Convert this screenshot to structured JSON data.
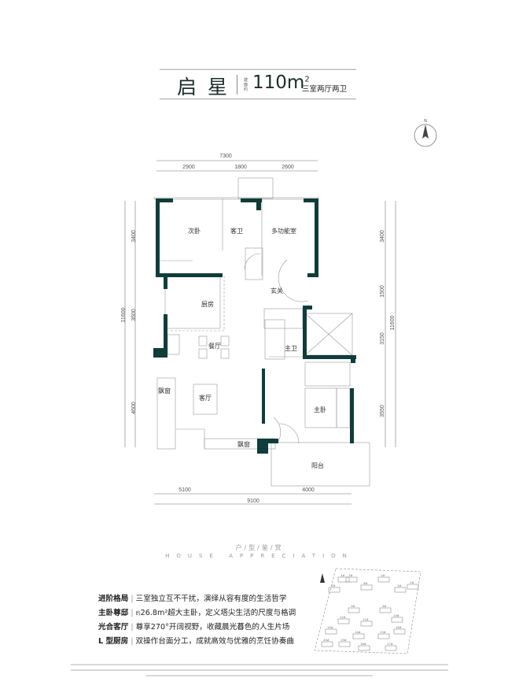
{
  "header": {
    "name": "启星",
    "area_label": "建面约",
    "area": "110m",
    "area_unit_sup": "2",
    "layout_type": "三室两厅两卫"
  },
  "compass": {
    "label": "N",
    "icon": "compass-icon"
  },
  "dimensions": {
    "top_total": "7300",
    "top": [
      "2900",
      "1800",
      "2600"
    ],
    "left_total": "11600",
    "left": [
      "3400",
      "3600",
      "4600"
    ],
    "right_total": "11600",
    "right": [
      "3400",
      "1500",
      "3150",
      "3550"
    ],
    "bottom": [
      "5100",
      "4000"
    ],
    "bottom_total": "9100"
  },
  "rooms": {
    "second_bedroom": "次卧",
    "guest_bath": "客卫",
    "multi_room": "多功能室",
    "foyer": "玄关",
    "kitchen": "厨房",
    "dining": "餐厅",
    "master_bath": "主卫",
    "bay_window_left": "飘窗",
    "living": "客厅",
    "master_bedroom": "主卧",
    "bay_window_bottom": "飘窗",
    "balcony": "阳台"
  },
  "colors": {
    "wall": "#0f3d3a",
    "accent": "#1d2b2b"
  },
  "section": {
    "title_cn": "户/型/鉴/赏",
    "title_en": "HOUSE APPRECIATION"
  },
  "features": [
    {
      "key": "进阶格局",
      "text": "三室独立互不干扰，演绎从容有度的生活哲学"
    },
    {
      "key": "主卧尊邸",
      "prefix": "约",
      "text": "26.8m²超大主卧，定义塔尖生活的尺度与格调"
    },
    {
      "key": "光合客厅",
      "text": "尊享270°开阔视野，收藏晨光暮色的人生片场"
    },
    {
      "key": "L 型厨房",
      "text": "双操作台面分工，成就高效与优雅的烹饪协奏曲"
    }
  ],
  "site_plan": {
    "buildings": [
      "4#",
      "3#",
      "2#",
      "7#",
      "6#",
      "5#",
      "1#",
      "9#",
      "8#",
      "12#",
      "11#",
      "10#",
      "15#",
      "14#",
      "13#",
      "16#",
      "20#",
      "19#",
      "18#",
      "17#"
    ]
  }
}
